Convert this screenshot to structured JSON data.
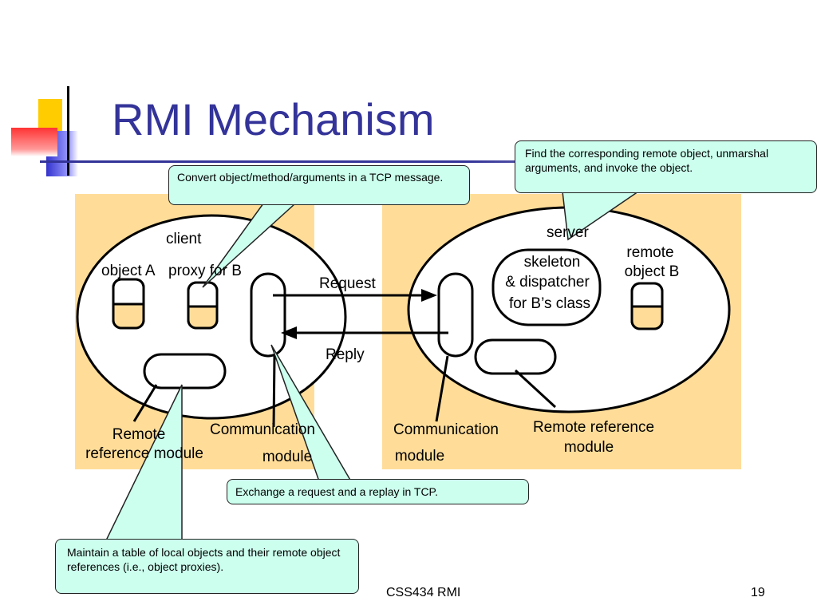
{
  "slide": {
    "title": "RMI Mechanism",
    "footer_course": "CSS434 RMI",
    "page_number": "19"
  },
  "callouts": {
    "marshal": "Convert object/method/arguments in a TCP message.",
    "skeleton": "Find the corresponding remote object, unmarshal arguments, and invoke the object.",
    "exchange": "Exchange a request and a replay in TCP.",
    "reference_table": "Maintain a table of local objects and their remote object references (i.e., object proxies)."
  },
  "client": {
    "label": "client",
    "object_a": "object A",
    "proxy_b": "proxy for B",
    "remote_ref_line1": "Remote",
    "remote_ref_line2": "reference module",
    "comm_line1": "Communication",
    "comm_line2": "module"
  },
  "server": {
    "label": "server",
    "skeleton_line1": "skeleton",
    "skeleton_line2": "& dispatcher",
    "skeleton_line3": "for B’s class",
    "remote_obj_line1": "remote",
    "remote_obj_line2": "object B",
    "comm_line1": "Communication",
    "comm_line2": "module",
    "remote_ref_line1": "Remote reference",
    "remote_ref_line2": "module"
  },
  "arrows": {
    "request": "Request",
    "reply": "Reply"
  },
  "colors": {
    "title": "#333399",
    "panel": "#ffdd99",
    "object": "#ffdd99",
    "callout": "#ccffee"
  }
}
